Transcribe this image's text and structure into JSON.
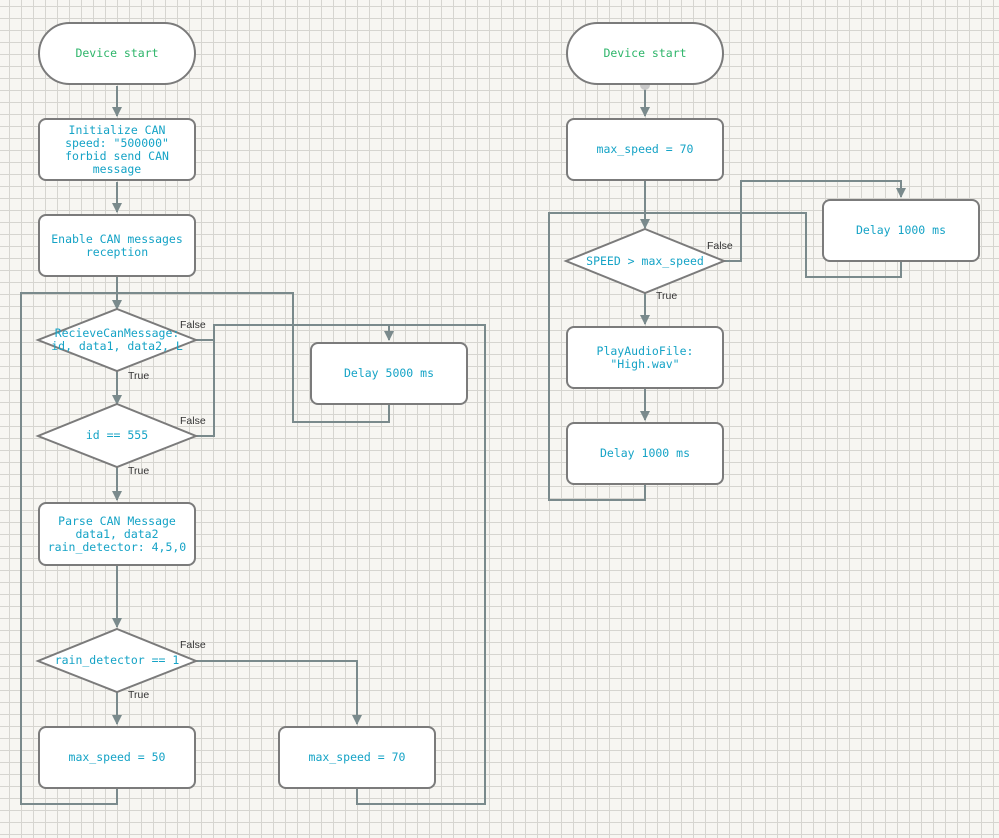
{
  "left_flow": {
    "start": "Device start",
    "init_can": "Initialize CAN\nspeed: \"500000\"\nforbid send CAN\nmessage",
    "enable_rx": "Enable CAN messages\nreception",
    "recv_decision": "RecieveCanMessage:\nid, data1, data2, L",
    "id_decision": "id == 555",
    "parse": "Parse CAN Message\ndata1, data2\nrain_detector: 4,5,0",
    "rain_decision": "rain_detector == 1",
    "set_50": "max_speed = 50",
    "set_70": "max_speed = 70",
    "delay_5000": "Delay 5000 ms"
  },
  "right_flow": {
    "start": "Device start",
    "init_speed": "max_speed = 70",
    "speed_decision": "SPEED > max_speed",
    "delay_false": "Delay 1000 ms",
    "play_audio": "PlayAudioFile:\n\"High.wav\"",
    "delay_true": "Delay 1000 ms"
  },
  "branch_labels": {
    "true": "True",
    "false": "False"
  },
  "colors": {
    "background": "#f7f6f2",
    "grid": "#d6d5d0",
    "node_border": "#7b7b7b",
    "connector": "#7a8a8c",
    "action_text": "#15a3c6",
    "terminal_text": "#2eb56a",
    "label_text": "#333333"
  }
}
